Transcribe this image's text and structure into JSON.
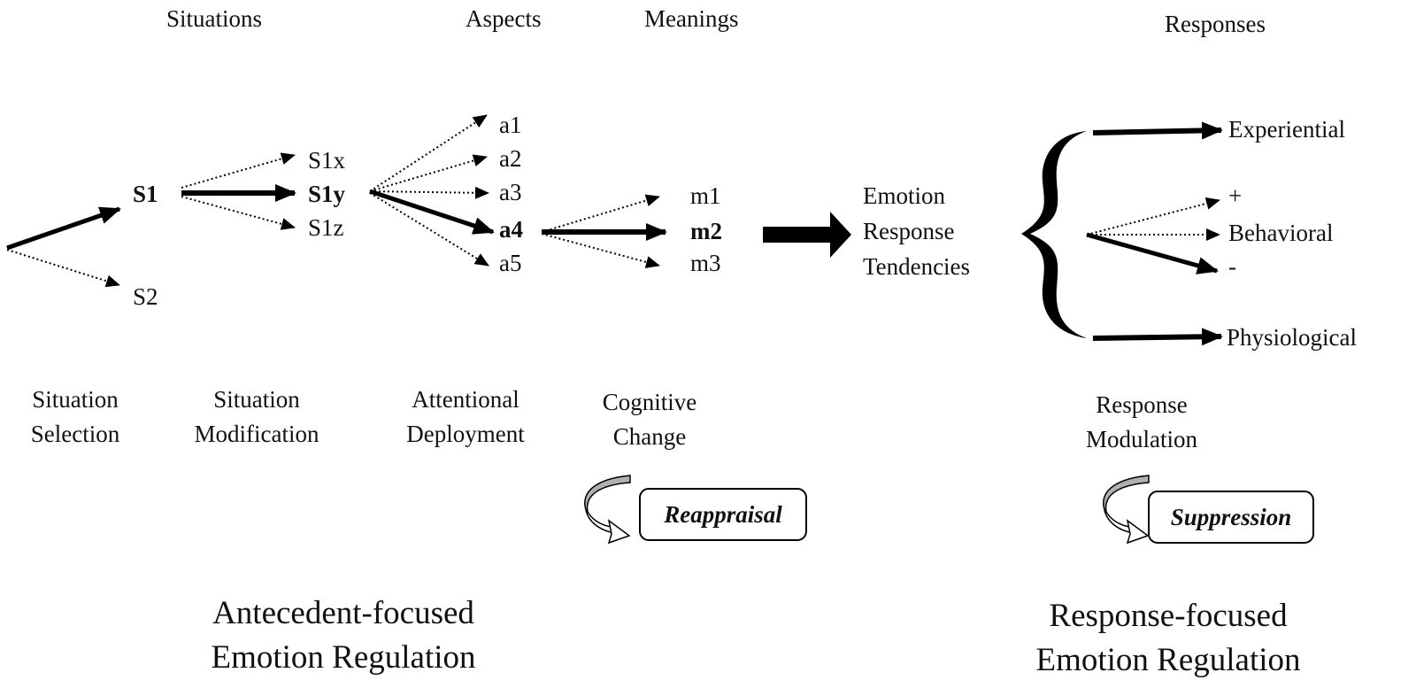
{
  "headers": {
    "situations": "Situations",
    "aspects": "Aspects",
    "meanings": "Meanings",
    "responses": "Responses"
  },
  "nodes": {
    "s1": "S1",
    "s2": "S2",
    "s1x": "S1x",
    "s1y": "S1y",
    "s1z": "S1z",
    "a1": "a1",
    "a2": "a2",
    "a3": "a3",
    "a4": "a4",
    "a5": "a5",
    "m1": "m1",
    "m2": "m2",
    "m3": "m3",
    "tendencies": [
      "Emotion",
      "Response",
      "Tendencies"
    ],
    "experiential": "Experiential",
    "plus": "+",
    "behavioral": "Behavioral",
    "minus": "-",
    "physiological": "Physiological"
  },
  "stages": {
    "situation_selection": [
      "Situation",
      "Selection"
    ],
    "situation_modification": [
      "Situation",
      "Modification"
    ],
    "attentional_deployment": [
      "Attentional",
      "Deployment"
    ],
    "cognitive_change": [
      "Cognitive",
      "Change"
    ],
    "response_modulation": [
      "Response",
      "Modulation"
    ]
  },
  "strategies": {
    "reappraisal": "Reappraisal",
    "suppression": "Suppression"
  },
  "groups": {
    "antecedent": [
      "Antecedent-focused",
      "Emotion Regulation"
    ],
    "response": [
      "Response-focused",
      "Emotion Regulation"
    ]
  },
  "colors": {
    "ink": "#000000",
    "curved_arrow_fill": "#b0b0b0"
  }
}
